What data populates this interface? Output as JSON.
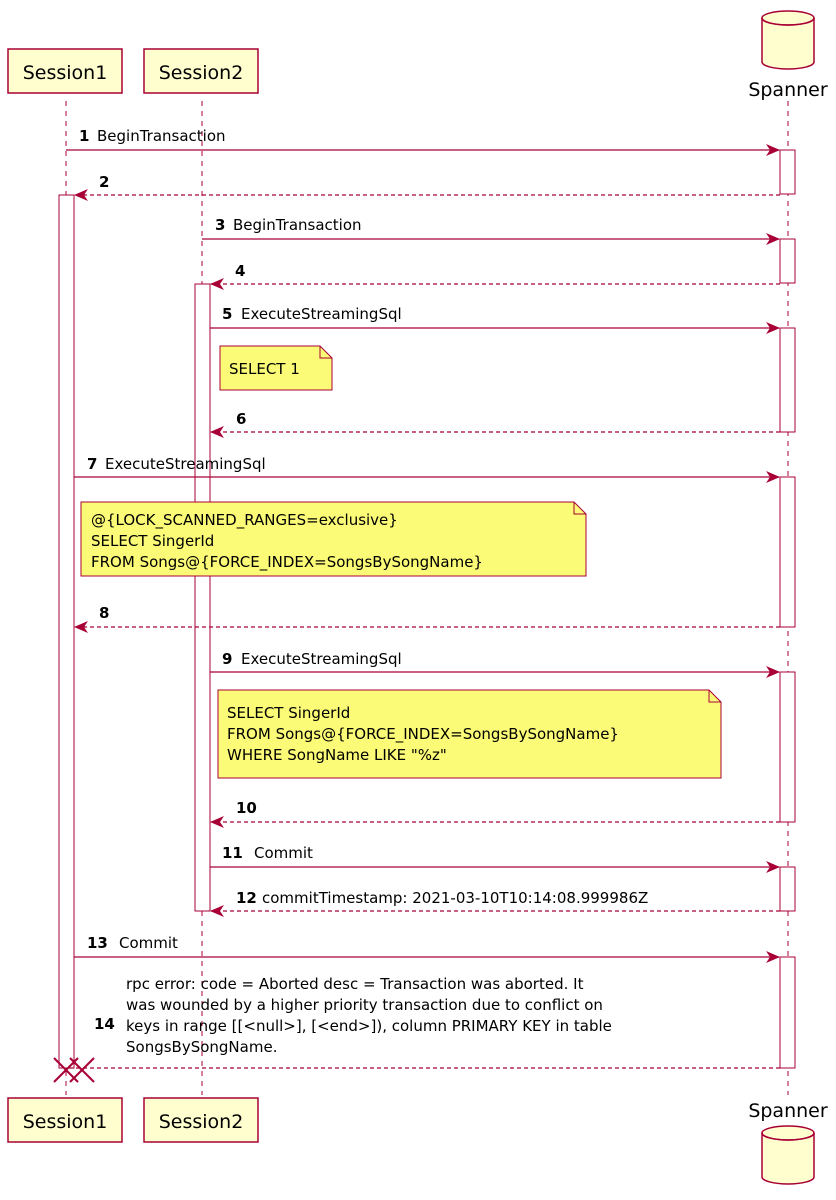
{
  "participants": [
    {
      "id": "session1",
      "name": "Session1"
    },
    {
      "id": "session2",
      "name": "Session2"
    },
    {
      "id": "spanner",
      "name": "Spanner"
    }
  ],
  "messages": [
    {
      "num": "1",
      "label": "BeginTransaction"
    },
    {
      "num": "2",
      "label": ""
    },
    {
      "num": "3",
      "label": "BeginTransaction"
    },
    {
      "num": "4",
      "label": ""
    },
    {
      "num": "5",
      "label": "ExecuteStreamingSql"
    },
    {
      "num": "6",
      "label": ""
    },
    {
      "num": "7",
      "label": "ExecuteStreamingSql"
    },
    {
      "num": "8",
      "label": ""
    },
    {
      "num": "9",
      "label": "ExecuteStreamingSql"
    },
    {
      "num": "10",
      "label": ""
    },
    {
      "num": "11",
      "label": "Commit"
    },
    {
      "num": "12",
      "label": "commitTimestamp: 2021-03-10T10:14:08.999986Z"
    },
    {
      "num": "13",
      "label": "Commit"
    },
    {
      "num": "14",
      "label_lines": [
        "rpc error: code = Aborted desc = Transaction was aborted. It",
        "was wounded by a higher priority transaction due to conflict on",
        "keys in range [[<null>], [<end>]), column PRIMARY KEY in table",
        "SongsBySongName."
      ]
    }
  ],
  "notes": [
    {
      "lines": [
        "SELECT 1"
      ]
    },
    {
      "lines": [
        "@{LOCK_SCANNED_RANGES=exclusive}",
        "SELECT SingerId",
        "FROM Songs@{FORCE_INDEX=SongsBySongName}"
      ]
    },
    {
      "lines": [
        "SELECT SingerId",
        "FROM Songs@{FORCE_INDEX=SongsBySongName}",
        "WHERE SongName LIKE \"%z\""
      ]
    }
  ],
  "colors": {
    "arrow": "#A80036",
    "box_fill": "#FEFECE",
    "box_border": "#A80036",
    "note_fill": "#FBFB77",
    "activation_fill": "#ffffff"
  }
}
